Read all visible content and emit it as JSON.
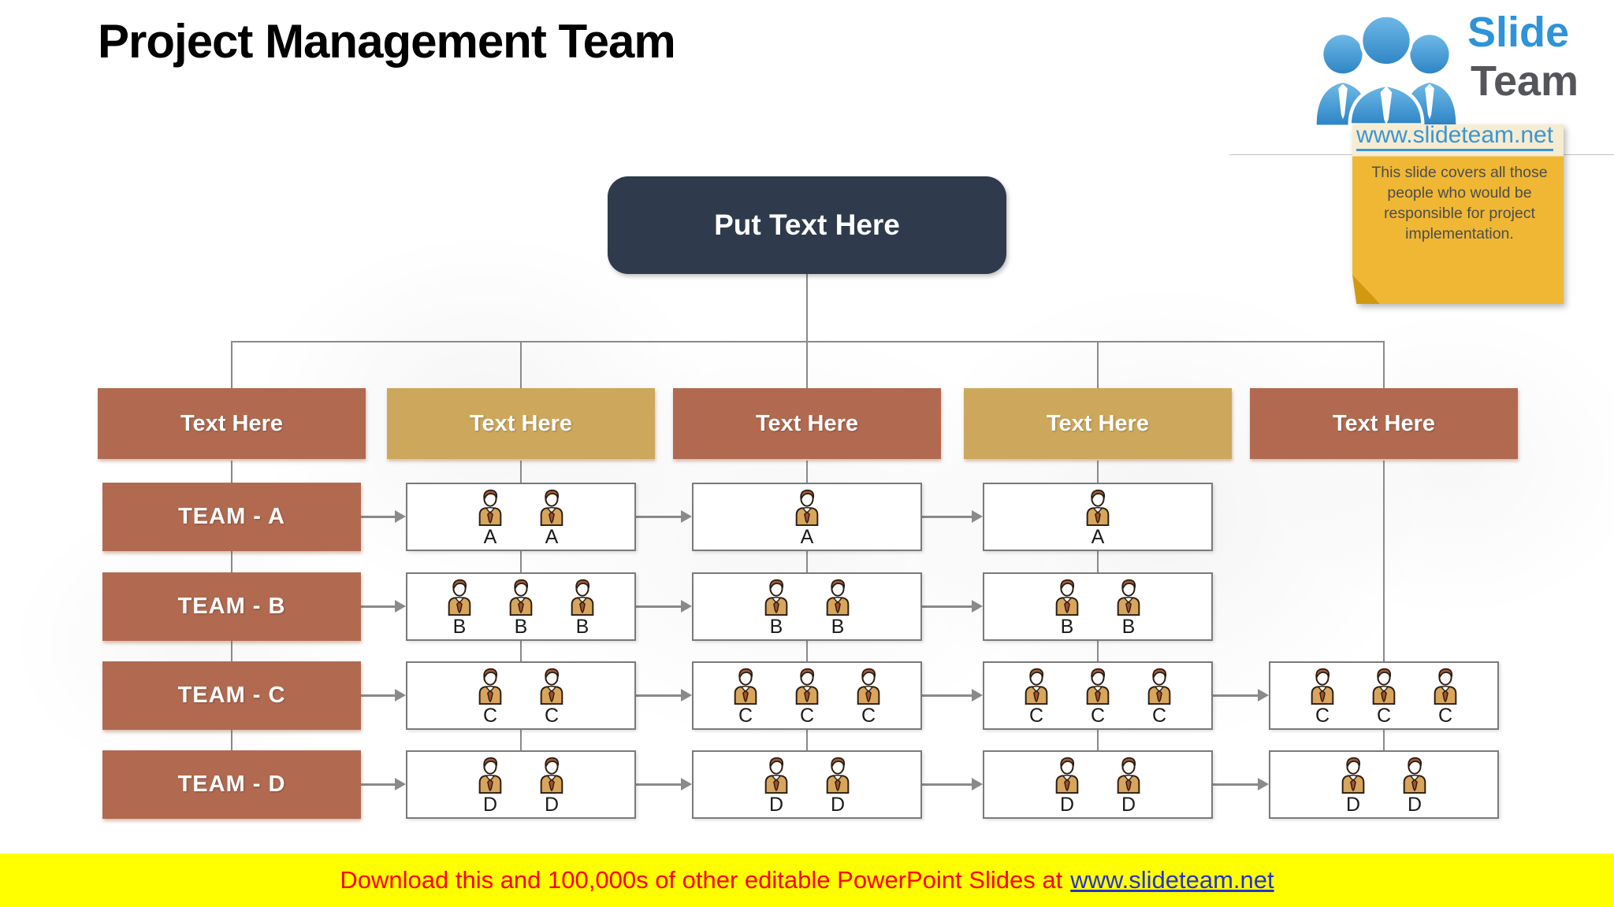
{
  "slide": {
    "title": "Project Management Team"
  },
  "logo": {
    "brand_line1": "Slide",
    "brand_line2": "Team",
    "website": "www.slideteam.net"
  },
  "sticky_note": {
    "text": "This slide covers all those people who would be responsible for project implementation."
  },
  "org_chart": {
    "root": {
      "label": "Put Text Here",
      "color": "#2f3b4c"
    },
    "column_headers": [
      {
        "label": "Text Here",
        "color": "#b16a50"
      },
      {
        "label": "Text Here",
        "color": "#cda85c"
      },
      {
        "label": "Text Here",
        "color": "#b16a50"
      },
      {
        "label": "Text Here",
        "color": "#cda85c"
      },
      {
        "label": "Text Here",
        "color": "#b16a50"
      }
    ],
    "team_rows": [
      {
        "name": "TEAM - A",
        "letter": "A",
        "color": "#b16a50",
        "members_per_column": [
          2,
          1,
          1,
          0
        ]
      },
      {
        "name": "TEAM - B",
        "letter": "B",
        "color": "#b16a50",
        "members_per_column": [
          3,
          2,
          2,
          0
        ]
      },
      {
        "name": "TEAM - C",
        "letter": "C",
        "color": "#b16a50",
        "members_per_column": [
          2,
          3,
          3,
          3
        ]
      },
      {
        "name": "TEAM - D",
        "letter": "D",
        "color": "#b16a50",
        "members_per_column": [
          2,
          2,
          2,
          2
        ]
      }
    ]
  },
  "banner": {
    "prefix": "Download this and 100,000s of other editable PowerPoint Slides at",
    "link": "www.slideteam.net",
    "background": "#ffff00",
    "text_color": "#fe0000",
    "link_color": "#2433cc"
  },
  "icons": {
    "logo_icon": "team-people-icon",
    "member_icon": "businessman-icon"
  }
}
